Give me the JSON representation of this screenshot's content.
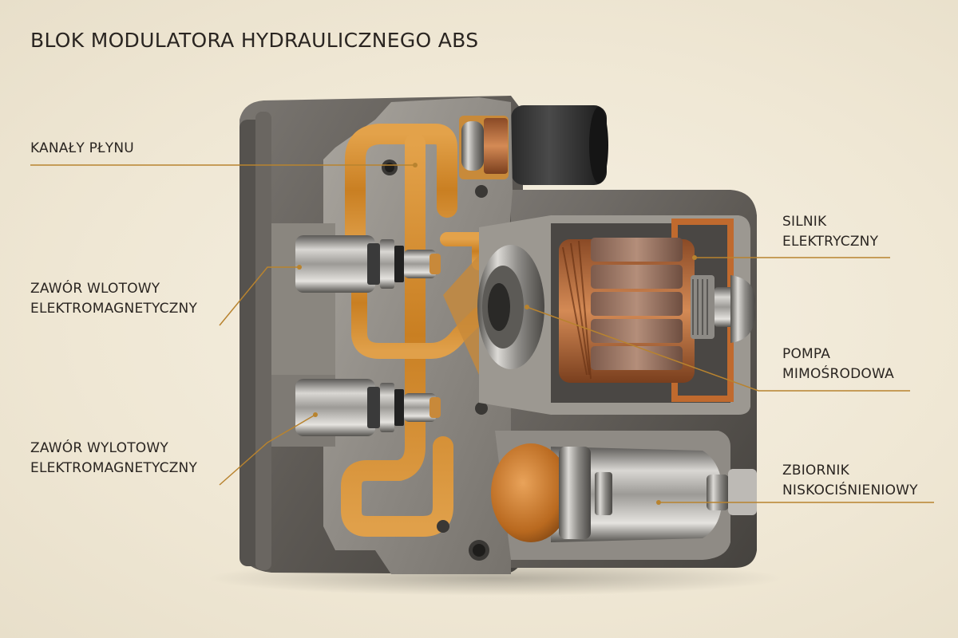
{
  "title": "BLOK MODULATORA HYDRAULICZNEGO ABS",
  "labels": {
    "fluid_channels": {
      "line1": "KANAŁY PŁYNU"
    },
    "inlet_valve": {
      "line1": "ZAWÓR WLOTOWY",
      "line2": "ELEKTROMAGNETYCZNY"
    },
    "outlet_valve": {
      "line1": "ZAWÓR WYLOTOWY",
      "line2": "ELEKTROMAGNETYCZNY"
    },
    "motor": {
      "line1": "SILNIK",
      "line2": "ELEKTRYCZNY"
    },
    "pump": {
      "line1": "POMPA",
      "line2": "MIMOŚRODOWA"
    },
    "reservoir": {
      "line1": "ZBIORNIK",
      "line2": "NISKOCIŚNIENIOWY"
    }
  },
  "colors": {
    "leader_line": "#b8832f",
    "fluid": "#d08a2a",
    "metal": "#6f6b66",
    "copper": "#b86a3a"
  }
}
